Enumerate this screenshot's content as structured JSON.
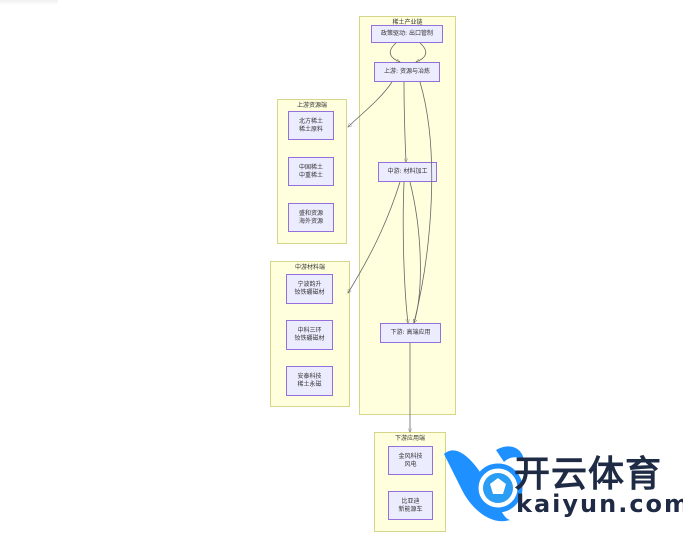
{
  "clusters": {
    "main": {
      "title": "稀土产业链"
    },
    "upstream": {
      "title": "上游资源端"
    },
    "midstream": {
      "title": "中游材料端"
    },
    "downstream": {
      "title": "下游应用端"
    }
  },
  "nodes": {
    "policy": {
      "lines": [
        "政策驱动: 出口管制"
      ]
    },
    "upstream": {
      "lines": [
        "上游: 资源与冶炼"
      ]
    },
    "midstream": {
      "lines": [
        "中游: 材料加工"
      ]
    },
    "downstream": {
      "lines": [
        "下游: 高端应用"
      ]
    },
    "north_re": {
      "lines": [
        "北方稀土",
        "稀土原料"
      ]
    },
    "china_re": {
      "lines": [
        "中国稀土",
        "中重稀土"
      ]
    },
    "shenghe": {
      "lines": [
        "盛和资源",
        "海外资源"
      ]
    },
    "ningbo": {
      "lines": [
        "宁波韵升",
        "钕铁硼磁材"
      ]
    },
    "zhongke": {
      "lines": [
        "中科三环",
        "钕铁硼磁材"
      ]
    },
    "antai": {
      "lines": [
        "安泰科技",
        "稀土永磁"
      ]
    },
    "wind": {
      "lines": [
        "金风科技",
        "风电"
      ]
    },
    "ev": {
      "lines": [
        "比亚迪",
        "新能源车"
      ]
    }
  },
  "watermark": {
    "brand_cn": "开云体育",
    "brand_en": "kaiyun.com",
    "colors": {
      "ring": "#1e90ff",
      "ball": "#2a9df4",
      "text": "#1f2a44"
    }
  },
  "colors": {
    "cluster_fill": "#ffffde",
    "cluster_border": "#d6d68a",
    "node_fill": "#ececff",
    "node_border": "#9370db",
    "edge": "#666666"
  }
}
